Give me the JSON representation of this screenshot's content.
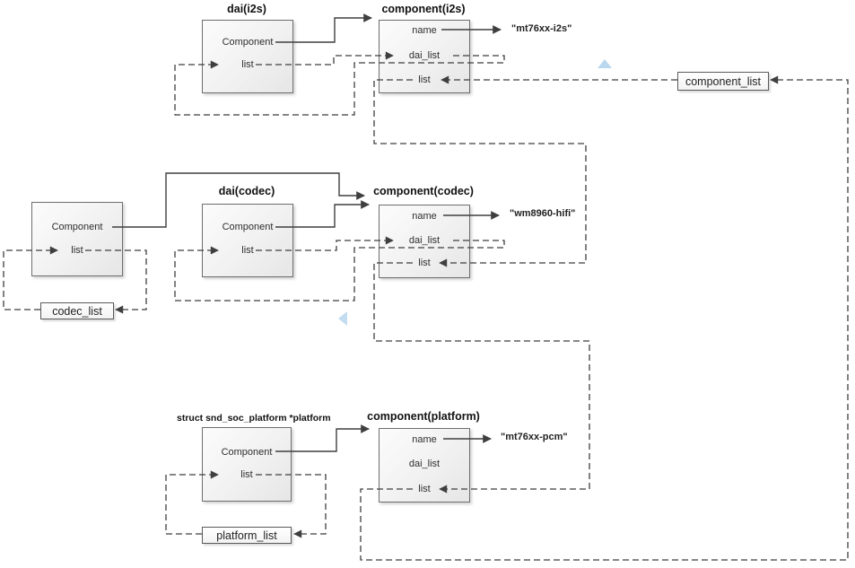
{
  "nodes": {
    "dai_i2s": {
      "title": "dai(i2s)",
      "component": "Component",
      "list": "list"
    },
    "component_i2s": {
      "title": "component(i2s)",
      "name": "name",
      "dai_list": "dai_list",
      "list": "list"
    },
    "card": {
      "component": "Component",
      "list": "list"
    },
    "dai_codec": {
      "title": "dai(codec)",
      "component": "Component",
      "list": "list"
    },
    "component_codec": {
      "title": "component(codec)",
      "name": "name",
      "dai_list": "dai_list",
      "list": "list"
    },
    "platform": {
      "title": "struct snd_soc_platform *platform",
      "component": "Component",
      "list": "list"
    },
    "component_platform": {
      "title": "component(platform)",
      "name": "name",
      "dai_list": "dai_list",
      "list": "list"
    },
    "component_list": {
      "label": "component_list"
    },
    "codec_list": {
      "label": "codec_list"
    },
    "platform_list": {
      "label": "platform_list"
    }
  },
  "values": {
    "i2s_name": "\"mt76xx-i2s\"",
    "codec_name": "\"wm8960-hifi\"",
    "platform_name": "\"mt76xx-pcm\""
  },
  "colors": {
    "line": "#3f3f3f",
    "box_border": "#6e6e6e",
    "marker_blue": "#b9d7ef"
  }
}
